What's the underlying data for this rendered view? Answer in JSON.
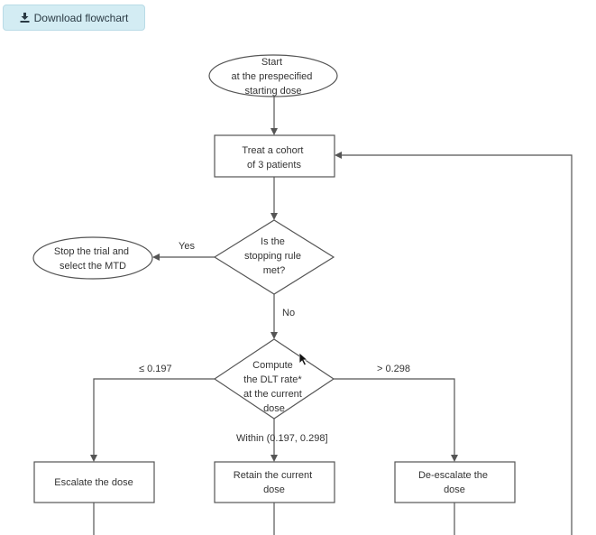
{
  "toolbar": {
    "download_label": "Download flowchart",
    "download_icon": "download-icon"
  },
  "flowchart": {
    "start": [
      "Start",
      "at the prespecified",
      "starting dose"
    ],
    "treat": [
      "Treat a cohort",
      "of 3 patients"
    ],
    "stopping_question": [
      "Is the",
      "stopping rule",
      "met?"
    ],
    "stop": [
      "Stop the trial and",
      "select the MTD"
    ],
    "compute": [
      "Compute",
      "the DLT rate*",
      "at the current",
      "dose"
    ],
    "escalate": [
      "Escalate the dose"
    ],
    "retain": [
      "Retain the current",
      "dose"
    ],
    "deescalate": [
      "De-escalate the",
      "dose"
    ],
    "edge_yes": "Yes",
    "edge_no": "No",
    "edge_low": "≤ 0.197",
    "edge_within": "Within (0.197, 0.298]",
    "edge_high": "> 0.298"
  },
  "colors": {
    "button_bg": "#d3ecf3",
    "stroke": "#555555",
    "text": "#333333"
  }
}
